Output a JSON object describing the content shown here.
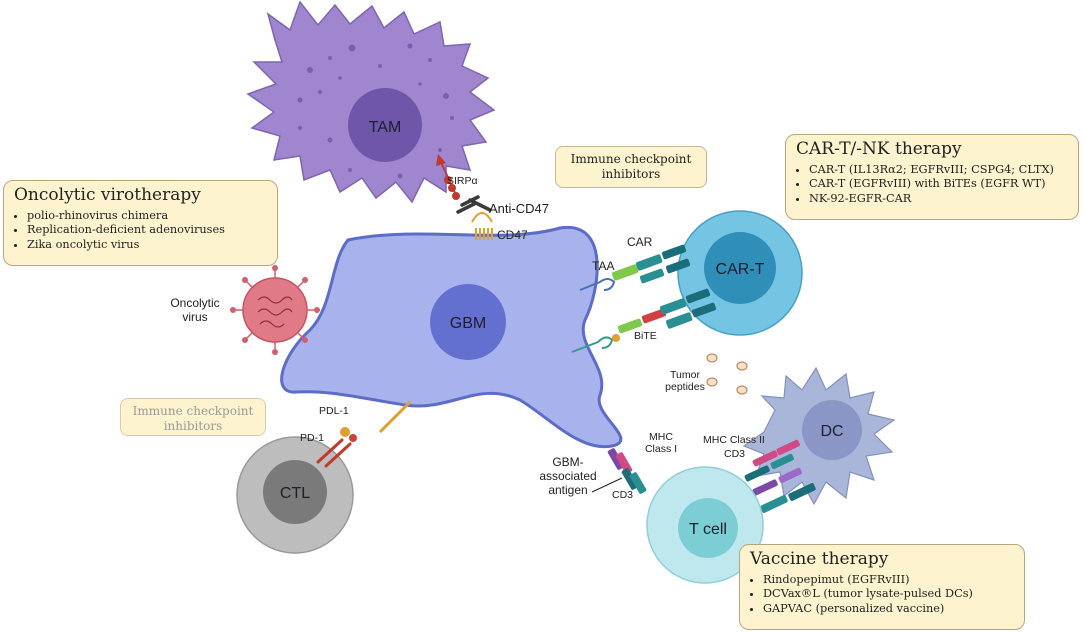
{
  "boxes": {
    "oncolytic": {
      "title": "Oncolytic virotherapy",
      "items": [
        "polio-rhinovirus chimera",
        "Replication-deficient adenoviruses",
        "Zika oncolytic virus"
      ]
    },
    "car": {
      "title": "CAR-T/-NK therapy",
      "items": [
        "CAR-T (IL13Rα2; EGFRvIII; CSPG4; CLTX)",
        "CAR-T (EGFRvIII) with BiTEs (EGFR WT)",
        "NK-92-EGFR-CAR"
      ]
    },
    "vaccine": {
      "title": "Vaccine therapy",
      "items": [
        "Rindopepimut (EGFRvIII)",
        "DCVax®L (tumor lysate-pulsed DCs)",
        "GAPVAC (personalized vaccine)"
      ]
    },
    "checkpoint_top": "Immune checkpoint inhibitors",
    "checkpoint_left": "Immune checkpoint inhibitors"
  },
  "cells": {
    "tam": "TAM",
    "gbm": "GBM",
    "car_t": "CAR-T",
    "ctl": "CTL",
    "dc": "DC",
    "t_cell": "T cell"
  },
  "labels": {
    "sirpa": "SIRPα",
    "anti_cd47": "Anti-CD47",
    "cd47": "CD47",
    "car": "CAR",
    "taa": "TAA",
    "bite": "BiTE",
    "oncolytic_virus": "Oncolytic virus",
    "tumor_peptides": "Tumor peptides",
    "pdl1": "PDL-1",
    "pd1": "PD-1",
    "mhc_class_1": "MHC Class I",
    "mhc_class_2": "MHC Class II",
    "cd3_dc": "CD3",
    "cd3_t": "CD3",
    "gbm_antigen": "GBM-associated antigen"
  },
  "colors": {
    "tam": "#9f86cf",
    "tam_nucleus": "#6f56a8",
    "gbm": "#a8b3ee",
    "gbm_border": "#5d6cc7",
    "gbm_nucleus": "#6470cf",
    "car_t": "#74c4e4",
    "car_t_nucleus": "#2f8fb8",
    "ctl": "#bdbdbd",
    "ctl_nucleus": "#7a7a7a",
    "dc": "#a9b6da",
    "dc_nucleus": "#8996c6",
    "t_cell": "#bfe8ee",
    "t_cell_nucleus": "#7ccdd4",
    "virus": "#e07a86",
    "box_fill": "#fdf3cf"
  }
}
